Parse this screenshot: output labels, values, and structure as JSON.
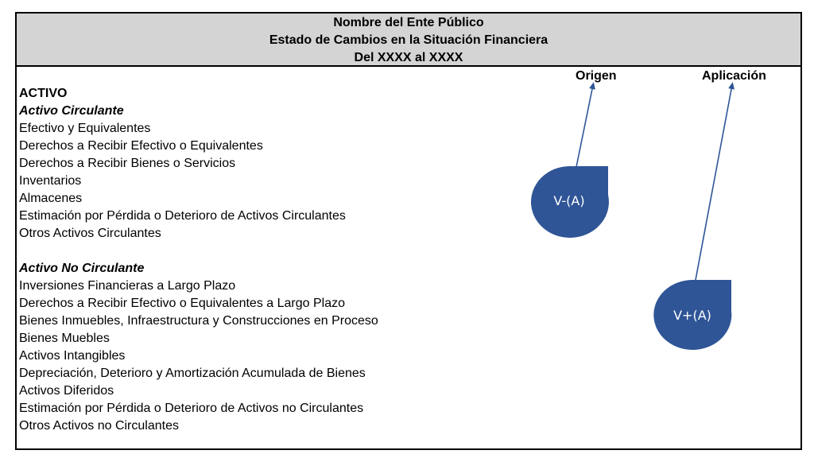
{
  "header": {
    "line1": "Nombre del Ente Público",
    "line2": "Estado de Cambios en la Situación Financiera",
    "line3": "Del XXXX al XXXX"
  },
  "columns": {
    "origen": "Origen",
    "aplicacion": "Aplicación"
  },
  "rows": {
    "activo": "ACTIVO",
    "activo_circulante": "Activo Circulante",
    "circulante_items": [
      "Efectivo y Equivalentes",
      "Derechos a Recibir Efectivo o Equivalentes",
      "Derechos a Recibir Bienes o Servicios",
      "Inventarios",
      "Almacenes",
      "Estimación por Pérdida o Deterioro de Activos Circulantes",
      "Otros Activos Circulantes"
    ],
    "activo_no_circulante": "Activo No Circulante",
    "no_circulante_items": [
      "Inversiones Financieras a Largo Plazo",
      "Derechos a Recibir Efectivo o Equivalentes a Largo Plazo",
      "Bienes Inmuebles, Infraestructura y Construcciones en Proceso",
      "Bienes Muebles",
      "Activos Intangibles",
      "Depreciación, Deterioro y Amortización Acumulada de Bienes",
      "Activos Diferidos",
      "Estimación por Pérdida o Deterioro de Activos no Circulantes",
      "Otros Activos no Circulantes"
    ]
  },
  "callouts": {
    "origen_badge": "V-(A)",
    "aplicacion_badge": "V+(A)",
    "badge_color": "#2f5597"
  }
}
